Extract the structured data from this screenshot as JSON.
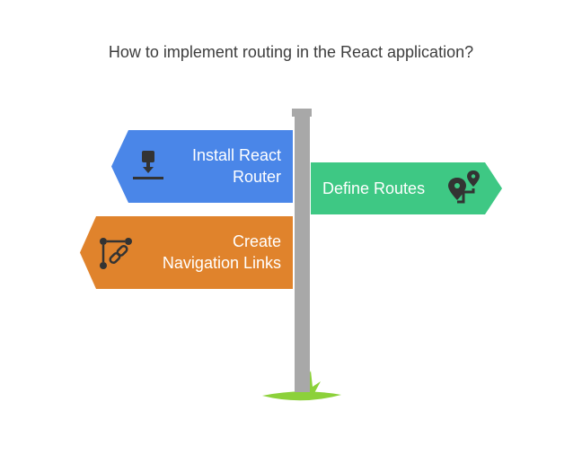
{
  "title": "How to implement routing in the React application?",
  "signs": [
    {
      "label_lines": [
        "Install React",
        "Router"
      ],
      "color": "#4A86E8",
      "direction": "left",
      "icon": "download-icon"
    },
    {
      "label_lines": [
        "Define Routes"
      ],
      "color": "#3EC884",
      "direction": "right",
      "icon": "route-pin-icon"
    },
    {
      "label_lines": [
        "Create",
        "Navigation Links"
      ],
      "color": "#E0832C",
      "direction": "left",
      "icon": "link-nodes-icon"
    }
  ],
  "colors": {
    "pole": "#A8A8A8",
    "grass": "#8CD13A",
    "icon": "#333333"
  }
}
